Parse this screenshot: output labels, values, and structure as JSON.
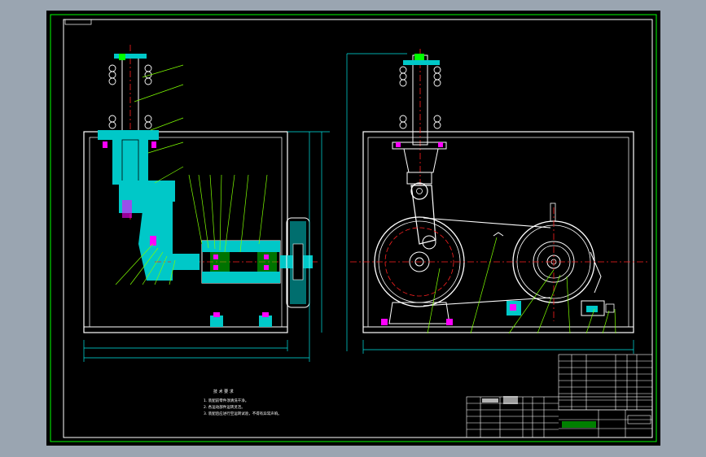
{
  "drawing": {
    "tech_requirements_title": "技 术 要 求",
    "notes": [
      "1. 装配前零件须清洗干净。",
      "2. 各运动部件运转灵活。",
      "3. 装配后应进行空运转试验，不得有异常声响。"
    ]
  },
  "colors": {
    "background": "#000000",
    "frame": "#00ff00",
    "outline": "#ffffff",
    "section": "#00c8c8",
    "centerline": "#ff2020",
    "leader": "#7fff00",
    "dimension": "#00e5e5",
    "bolt": "#ff00ff",
    "viewport_border": "#9aa5b1"
  },
  "icons": {
    "spring": "spring-icon",
    "bolt": "bolt-icon",
    "pulley": "pulley-icon",
    "flywheel": "flywheel-icon"
  }
}
